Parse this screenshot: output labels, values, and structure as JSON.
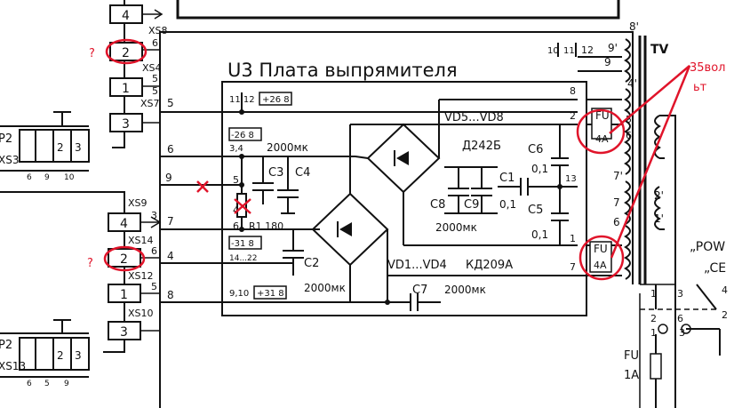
{
  "board": {
    "title": "U3 Плата выпрямителя"
  },
  "connectors": {
    "xs8": "XS8",
    "xs4": "XS4",
    "xs7": "XS7",
    "xs3": "XS3",
    "xs9": "XS9",
    "xs14": "XS14",
    "xs12": "XS12",
    "xs10": "XS10",
    "xs13": "XS13",
    "p2_top": "P2",
    "p2_bottom": "P2"
  },
  "pins": {
    "top_box_4": "4",
    "top_pin_6": "6",
    "box_2_top": "2",
    "pin_5a": "5",
    "box_1_top": "1",
    "pin_5b": "5",
    "box_3_top": "3",
    "left_5": "5",
    "left_6": "6",
    "left_9": "9",
    "box_4_mid": "4",
    "pin_3_mid": "3",
    "left_7": "7",
    "box_2_bottom": "2",
    "pin_6_bottom": "6",
    "left_4": "4",
    "box_1_bottom": "1",
    "pin_5c": "5",
    "box_3_bottom": "3",
    "left_8": "8",
    "pin_10": "10",
    "pin_11": "11",
    "pin_12": "12",
    "pin_9p": "9'",
    "pin_9": "9",
    "pin_8p": "8'",
    "r_4p": "4'",
    "r_5": "5",
    "r_6": "6",
    "r_7p": "7'",
    "r_2p": "2'",
    "r_7": "7",
    "r_6b": "6",
    "r_1p": "1'",
    "b_8": "8",
    "b_2": "2",
    "b_13": "13",
    "b_1": "1",
    "b_7": "7",
    "n_5": "5",
    "n_4": "4",
    "n_6": "6",
    "pw_1": "1",
    "pw_3": "3",
    "pw_2": "2",
    "pw_6": "6",
    "pw_1b": "1",
    "pw_3b": "3",
    "pw_4": "4",
    "pw_2b": "2",
    "c_6": "6",
    "c_9": "9",
    "c_10": "10",
    "c_5": "5",
    "c_3": "3"
  },
  "labels": {
    "pin_11_12": "11,12",
    "v_plus_268": "+26 8",
    "v_minus_268": "-26 8",
    "pin_34": "3,4",
    "cap_2000_top": "2000мк",
    "c3": "C3",
    "c4": "C4",
    "r1": "R1 180",
    "v_minus_318": "-31 8",
    "pin_14_22": "14...22",
    "c2": "C2",
    "cap_2000_c2": "2000мк",
    "pin_910": "9,10",
    "v_plus_318": "+31 8",
    "vd5_vd8": "VD5...VD8",
    "d242b": "Д242Б",
    "c6": "C6",
    "c1": "C1",
    "c8": "C8",
    "c9": "C9",
    "c5": "C5",
    "v01_a": "0,1",
    "v01_b": "0,1",
    "v01_c": "0,1",
    "cap_2000_c89": "2000мк",
    "vd1_vd4": "VD1...VD4",
    "kd209a": "КД209А",
    "c7": "C7",
    "cap_2000_c7": "2000мк",
    "fu_top": "FU",
    "fu_top_rating": "4A",
    "fu_bottom": "FU",
    "fu_bottom_rating": "4A",
    "tv": "TV",
    "fu_main": "FU",
    "fu_main_rating": "1A",
    "pow": "„POW",
    "ce": "„CE"
  },
  "annotations": {
    "q_top": "?",
    "q_bottom": "?",
    "volt_line1": "35вол",
    "volt_line2": "ьт"
  },
  "colors": {
    "ink": "#111111",
    "annotation": "#e0142a",
    "paper": "#ffffff"
  }
}
